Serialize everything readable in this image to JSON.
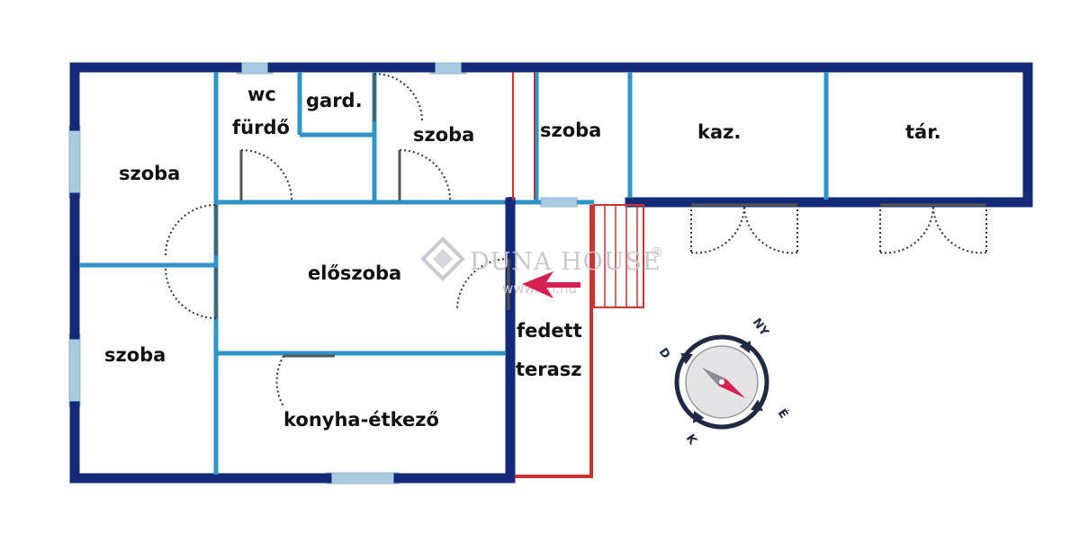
{
  "colors": {
    "outer_wall": "#142a78",
    "inner_wall": "#2d93c8",
    "terrace": "#cc3333",
    "window": "#a9cbe0",
    "door_arc": "#333333",
    "arrow": "#d62050",
    "watermark": "#c9c9cf"
  },
  "rooms": {
    "szoba_top_left": "szoba",
    "szoba_bottom_left": "szoba",
    "wc": "wc",
    "furdo": "fürdő",
    "gard": "gard.",
    "szoba_center": "szoba",
    "szoba_right": "szoba",
    "kaz": "kaz.",
    "tar": "tár.",
    "eloszoba": "előszoba",
    "konyha": "konyha-étkező",
    "fedett": "fedett",
    "terasz": "terasz"
  },
  "watermark": {
    "brand": "DUNA HOUSE",
    "registered": "®",
    "url": "www.dh.hu"
  },
  "compass": {
    "north": "NY",
    "east": "É",
    "south": "K",
    "west": "D"
  }
}
